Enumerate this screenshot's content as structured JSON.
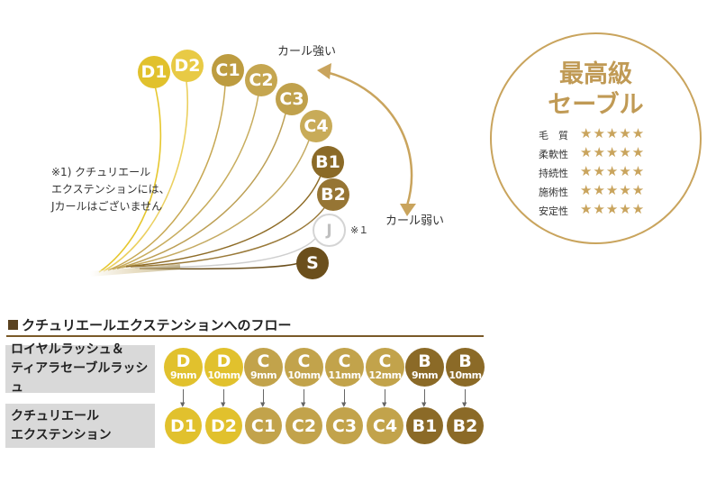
{
  "curl_diagram": {
    "labels": [
      "D1",
      "D2",
      "C1",
      "C2",
      "C3",
      "C4",
      "B1",
      "B2",
      "J",
      "S"
    ],
    "j_note_mark": "※１",
    "strong_label": "カール強い",
    "weak_label": "カール弱い",
    "note_lines": [
      "※1) クチュリエール",
      "エクステンションには、",
      "Jカールはございません"
    ],
    "colors": {
      "d": "#e1c12d",
      "c": "#c2a34b",
      "b": "#8b6a27",
      "s": "#6b4f1c",
      "arrow": "#c9a45d"
    }
  },
  "emblem": {
    "title_line1": "最高級",
    "title_line2": "セーブル",
    "ratings": [
      {
        "label": "毛　質",
        "stars": "★★★★★"
      },
      {
        "label": "柔軟性",
        "stars": "★★★★★"
      },
      {
        "label": "持続性",
        "stars": "★★★★★"
      },
      {
        "label": "施術性",
        "stars": "★★★★★"
      },
      {
        "label": "安定性",
        "stars": "★★★★★"
      }
    ]
  },
  "flow": {
    "title": "クチュリエールエクステンションへのフロー",
    "row1_label": [
      "ロイヤルラッシュ＆",
      "ティアラセーブルラッシュ"
    ],
    "row2_label": [
      "クチュリエール",
      "エクステンション"
    ],
    "top": [
      {
        "l": "D",
        "m": "9mm"
      },
      {
        "l": "D",
        "m": "10mm"
      },
      {
        "l": "C",
        "m": "9mm"
      },
      {
        "l": "C",
        "m": "10mm"
      },
      {
        "l": "C",
        "m": "11mm"
      },
      {
        "l": "C",
        "m": "12mm"
      },
      {
        "l": "B",
        "m": "9mm"
      },
      {
        "l": "B",
        "m": "10mm"
      }
    ],
    "bottom": [
      "D1",
      "D2",
      "C1",
      "C2",
      "C3",
      "C4",
      "B1",
      "B2"
    ]
  }
}
